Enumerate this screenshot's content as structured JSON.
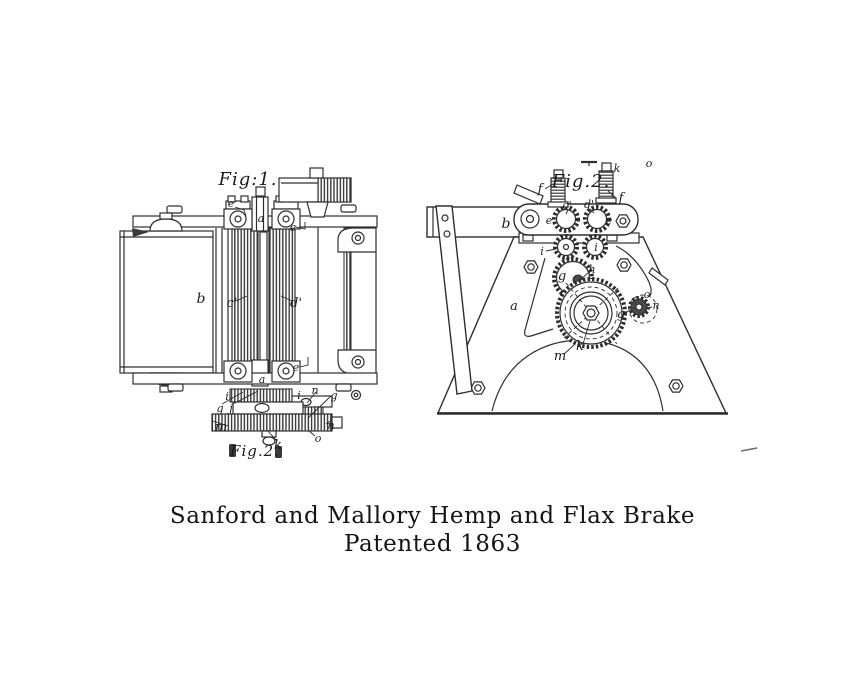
{
  "colors": {
    "background": "#ffffff",
    "ink": "#2e2e2e",
    "text": "#141414"
  },
  "caption": {
    "line1": "Sanford and Mallory Hemp and Flax Brake",
    "line2": "Patented 1863"
  },
  "fig1": {
    "title": "Fig:1.",
    "footer": "Fig.2.",
    "labels": {
      "e_top": "e",
      "a_top": "a",
      "e_upper_right": "e",
      "b": "b",
      "c_prime": "c'",
      "d_prime": "d'",
      "e_lower": "e",
      "a_bottom": "a",
      "i_left": "i",
      "i_right": "i",
      "n_upper": "n",
      "g_left": "g",
      "j": "j",
      "g_right": "g",
      "m": "m",
      "n_lower": "n",
      "k": "k",
      "o": "o"
    }
  },
  "fig2": {
    "title": "Fig.2.",
    "labels": {
      "k_top": "k",
      "o_top": "o",
      "f_left": "f",
      "f_right": "f",
      "b": "b",
      "c_prime": "c'",
      "d_prime": "d'",
      "e_left": "e",
      "e_right": "e",
      "i_left": "i",
      "i_right": "i",
      "g_upper": "g",
      "h": "h",
      "a": "a",
      "g_lower": "g",
      "o_mid": "o",
      "n_right": "n",
      "k": "k",
      "m": "m"
    }
  }
}
